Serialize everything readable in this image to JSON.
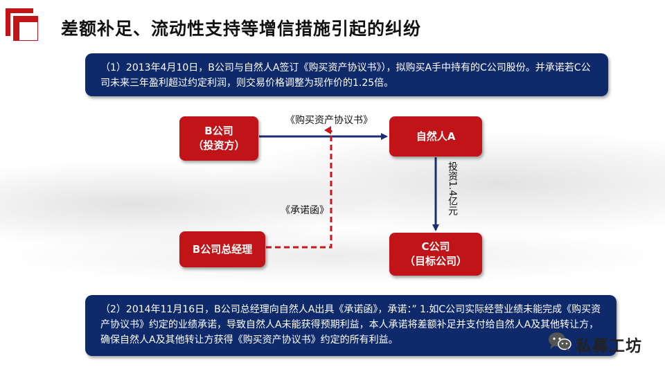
{
  "title": "差额补足、流动性支持等增信措施引起的纠纷",
  "panel_1": {
    "text": "（1）2013年4月10日，B公司与自然人A签订《购买资产协议书》），拟购买A手中持有的C公司股份。并承诺若C公司未来三年盈利超过约定利润，则交易价格调整为现作价的1.25倍。"
  },
  "panel_2": {
    "text": "（2）2014年11月16日，B公司总经理向自然人A出具《承诺函》，承诺：” 1.如C公司实际经营业绩未能完成《购买资产协议书》约定的业绩承诺，导致自然人A未能获得预期利益，本人承诺将差额补足并支付给自然人A及其他转让方，确保自然人A及其他转让方获得《购买资产协议书》约定的所有利益。"
  },
  "nodes": {
    "b_line1": "B公司",
    "b_line2": "（投资方）",
    "a": "自然人A",
    "gm": "B公司总经理",
    "c_line1": "C公司",
    "c_line2": "（目标公司）"
  },
  "edges": {
    "agreement": "《购买资产协议书》",
    "promise": "《承诺函》",
    "invest": "投资1.4亿元"
  },
  "brand": "私募工坊",
  "colors": {
    "navy": "#0f2a6b",
    "red": "#c01418",
    "arrow_navy": "#1b2d6e",
    "dashed_red": "#c8141a"
  }
}
